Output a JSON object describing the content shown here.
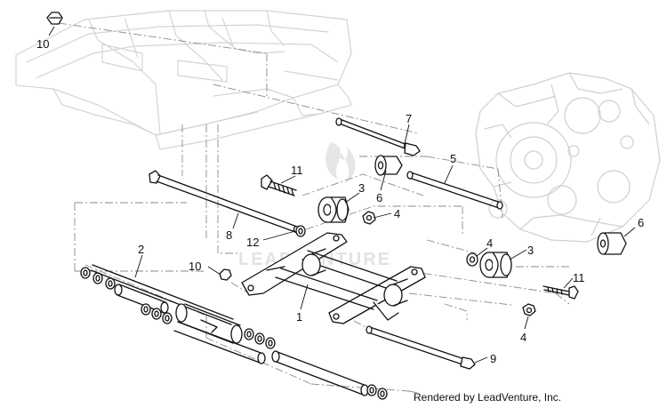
{
  "diagram": {
    "title": "",
    "credit": "Rendered by LeadVenture, Inc.",
    "watermark": "LEADVENTURE",
    "callouts": [
      "10",
      "7",
      "11",
      "3",
      "6",
      "5",
      "4",
      "8",
      "12",
      "2",
      "10",
      "1",
      "4",
      "3",
      "11",
      "6",
      "4",
      "9"
    ]
  }
}
